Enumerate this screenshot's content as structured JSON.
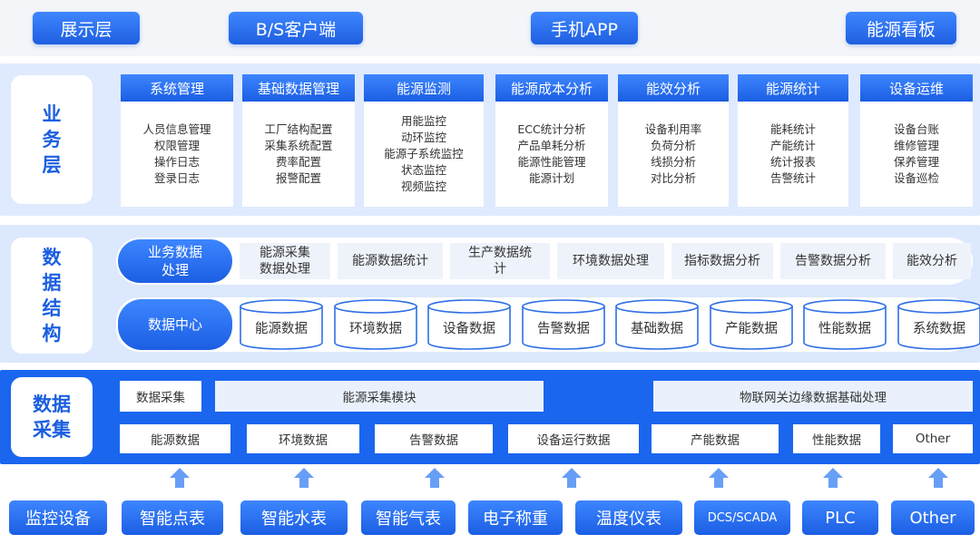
{
  "presentation": {
    "items": [
      "展示层",
      "B/S客户端",
      "手机APP",
      "能源看板"
    ]
  },
  "business_layer": {
    "title_chars": [
      "业",
      "务",
      "层"
    ],
    "modules": [
      {
        "title": "系统管理",
        "items": [
          "人员信息管理",
          "权限管理",
          "操作日志",
          "登录日志"
        ]
      },
      {
        "title": "基础数据管理",
        "items": [
          "工厂结构配置",
          "采集系统配置",
          "费率配置",
          "报警配置"
        ]
      },
      {
        "title": "能源监测",
        "items": [
          "用能监控",
          "动环监控",
          "能源子系统监控",
          "状态监控",
          "视频监控"
        ]
      },
      {
        "title": "能源成本分析",
        "items": [
          "ECC统计分析",
          "产品单耗分析",
          "能源性能管理",
          "能源计划"
        ]
      },
      {
        "title": "能效分析",
        "items": [
          "设备利用率",
          "负荷分析",
          "线损分析",
          "对比分析"
        ]
      },
      {
        "title": "能源统计",
        "items": [
          "能耗统计",
          "产能统计",
          "统计报表",
          "告警统计"
        ]
      },
      {
        "title": "设备运维",
        "items": [
          "设备台账",
          "维修管理",
          "保养管理",
          "设备巡检"
        ]
      }
    ]
  },
  "data_structure": {
    "title_chars": [
      "数",
      "据",
      "结",
      "构"
    ],
    "processing_label_lines": [
      "业务数据",
      "处理"
    ],
    "processing_items": [
      [
        "能源采集",
        "数据处理"
      ],
      [
        "能源数据统计"
      ],
      [
        "生产数据统",
        "计"
      ],
      [
        "环境数据处理"
      ],
      [
        "指标数据分析"
      ],
      [
        "告警数据分析"
      ],
      [
        "能效分析"
      ]
    ],
    "center_label": "数据中心",
    "databases": [
      "能源数据",
      "环境数据",
      "设备数据",
      "告警数据",
      "基础数据",
      "产能数据",
      "性能数据",
      "系统数据"
    ]
  },
  "acquisition": {
    "title_chars": [
      "数据",
      "采集"
    ],
    "top_row": [
      "数据采集",
      "能源采集模块",
      "物联网关边缘数据基础处理"
    ],
    "bottom_row": [
      "能源数据",
      "环境数据",
      "告警数据",
      "设备运行数据",
      "产能数据",
      "性能数据",
      "Other"
    ]
  },
  "devices": [
    "监控设备",
    "智能点表",
    "智能水表",
    "智能气表",
    "电子称重",
    "温度仪表",
    "DCS/SCADA",
    "PLC",
    "Other"
  ],
  "colors": {
    "primary_blue": "#1b5ee3",
    "light_blue_band": "#dfeafe",
    "acq_band_blue": "#1a66ef"
  }
}
